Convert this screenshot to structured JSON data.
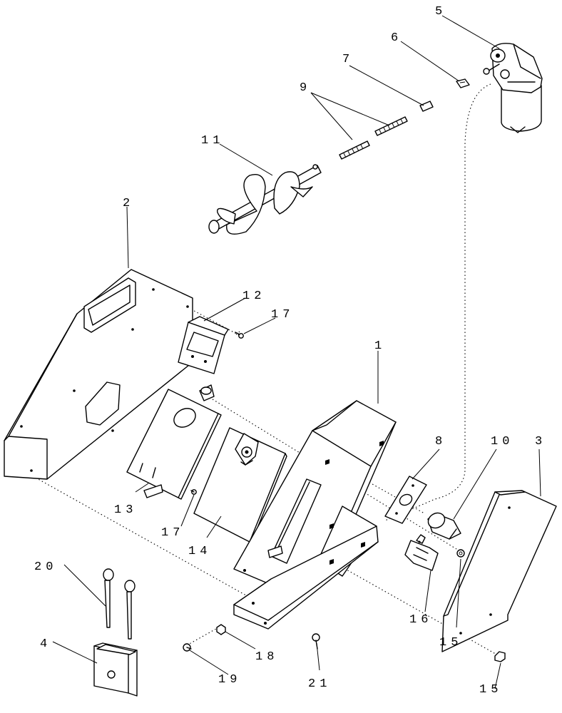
{
  "callouts": [
    {
      "id": "c5",
      "text": "5"
    },
    {
      "id": "c6",
      "text": "6"
    },
    {
      "id": "c7",
      "text": "7"
    },
    {
      "id": "c9",
      "text": "9"
    },
    {
      "id": "c11",
      "text": "11"
    },
    {
      "id": "c2",
      "text": "2"
    },
    {
      "id": "c12",
      "text": "12"
    },
    {
      "id": "c17a",
      "text": "17"
    },
    {
      "id": "c1",
      "text": "1"
    },
    {
      "id": "c8",
      "text": "8"
    },
    {
      "id": "c10",
      "text": "10"
    },
    {
      "id": "c3",
      "text": "3"
    },
    {
      "id": "c13",
      "text": "13"
    },
    {
      "id": "c17b",
      "text": "17"
    },
    {
      "id": "c14",
      "text": "14"
    },
    {
      "id": "c16",
      "text": "16"
    },
    {
      "id": "c15a",
      "text": "15"
    },
    {
      "id": "c15b",
      "text": "15"
    },
    {
      "id": "c20",
      "text": "20"
    },
    {
      "id": "c4",
      "text": "4"
    },
    {
      "id": "c18",
      "text": "18"
    },
    {
      "id": "c19",
      "text": "19"
    },
    {
      "id": "c21",
      "text": "21"
    }
  ]
}
